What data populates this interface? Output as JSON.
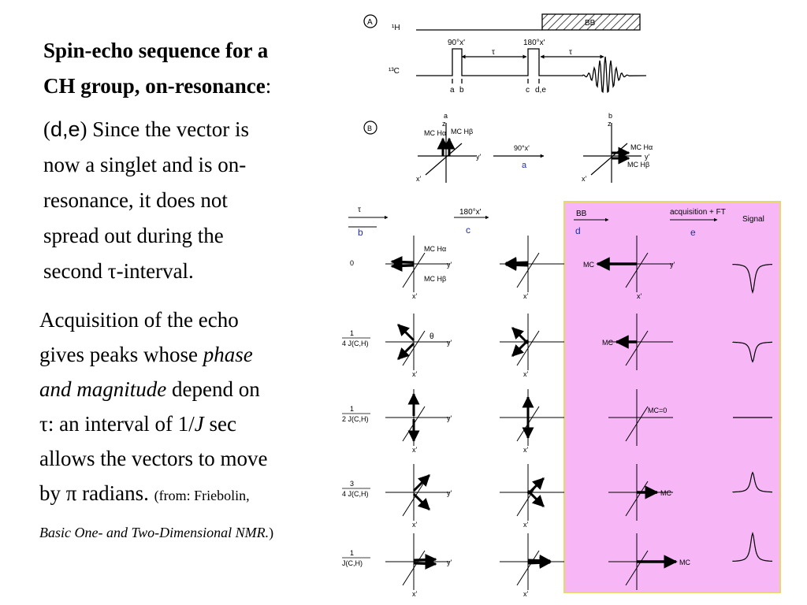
{
  "slide": {
    "title_line1": "Spin-echo sequence for a",
    "title_line2": "CH group, on-resonance",
    "title_colon": ":",
    "para1_open": "(",
    "para1_tag": "d,e",
    "para1_line1": ") Since the vector is",
    "para1_line2": "now a singlet and is on-",
    "para1_line3": "resonance, it does not",
    "para1_line4": "spread out during the",
    "para1_line5a": "second ",
    "para1_tau": "τ",
    "para1_line5b": "-interval.",
    "para2_line1": "Acquisition of the echo",
    "para2_line2a": "gives peaks whose ",
    "para2_line2_em": "phase",
    "para2_line3_em": "and magnitude",
    "para2_line3b": " depend on",
    "para2_line4a": "τ: an interval of 1/",
    "para2_line4_em": "J",
    "para2_line4b": " sec",
    "para2_line5": "allows the vectors to move",
    "para2_line6a": "by π radians. ",
    "para2_cite": "(from: Friebolin,",
    "para2_cite_em": "Basic One- and Two-Dimensional NMR.",
    "para2_cite_close": ")"
  },
  "figure": {
    "panel_a": "A",
    "panel_b": "B",
    "nucleus_h": "¹H",
    "nucleus_c": "¹³C",
    "bb": "BB",
    "pulse90": "90°x'",
    "pulse180": "180°x'",
    "tau": "τ",
    "time_a": "a",
    "time_b": "b",
    "time_c": "c",
    "time_de": "d,e",
    "axis_z": "z",
    "axis_x": "x'",
    "axis_y": "y'",
    "mch_a": "MC Hα",
    "mch_b": "MC Hβ",
    "mc": "MC",
    "mc_zero": "MC=0",
    "theta": "θ",
    "step_tau": "τ",
    "step_180": "180°x'",
    "step_bb": "BB",
    "step_acq": "acquisition + FT",
    "col_signal": "Signal",
    "letter_a": "a",
    "letter_b": "b",
    "letter_c": "c",
    "letter_d": "d",
    "letter_e": "e",
    "row_labels": [
      {
        "num": "0",
        "den": ""
      },
      {
        "num": "1",
        "den": "4 J(C,H)"
      },
      {
        "num": "1",
        "den": "2 J(C,H)"
      },
      {
        "num": "3",
        "den": "4 J(C,H)"
      },
      {
        "num": "1",
        "den": "J(C,H)"
      }
    ],
    "highlight_color": "#f7b7f7",
    "highlight_border": "#e8d86a",
    "letter_color": "#2030a0"
  }
}
